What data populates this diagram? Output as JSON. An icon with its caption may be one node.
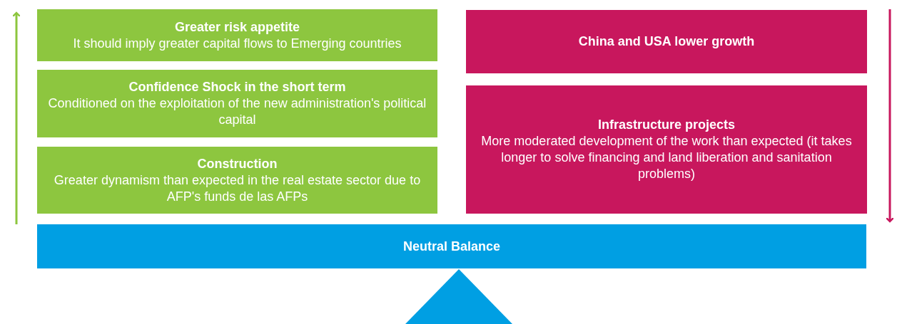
{
  "diagram": {
    "nodes": [
      {
        "text": [
          "Greater risk appetite",
          "It should imply greater capital flows to Emerging countries"
        ]
      },
      {
        "text": [
          "Confidence Shock in the short term",
          "Conditioned on the exploitation of the new administration's political capital"
        ]
      },
      {
        "text": [
          "Construction",
          "Greater dynamism than expected in the real estate sector due to AFP's funds de las AFPs"
        ]
      },
      {
        "text": [
          "China and USA lower growth"
        ]
      },
      {
        "text": [
          "Infrastructure projects",
          "More moderated development of the work than expected (it takes longer to solve financing and land liberation and sanitation problems)"
        ]
      },
      {
        "text": [
          "Neutral Balance"
        ]
      },
      {
        "text": [],
        "shape": "triangle"
      }
    ],
    "edges": []
  }
}
